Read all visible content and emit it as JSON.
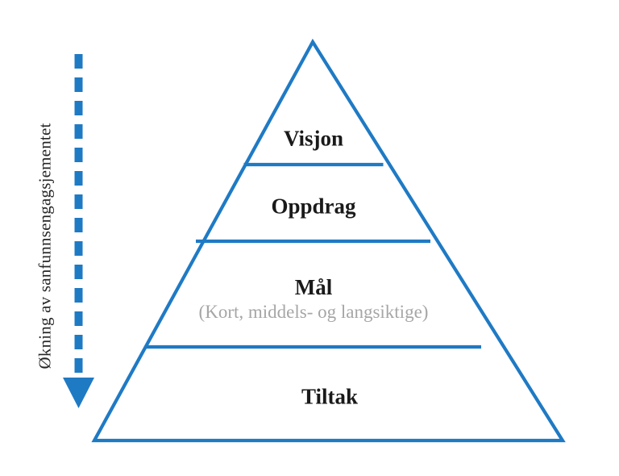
{
  "diagram": {
    "type": "pyramid",
    "title_text": "",
    "colors": {
      "outline_blue": "#1F7AC4",
      "arrow_blue": "#1F7AC4",
      "text_dark": "#1a1a1a",
      "text_gray": "#a6a6a6",
      "background": "#ffffff"
    },
    "axis": {
      "label": "Økning av sanfunnsengagsjementet",
      "direction": "downward",
      "line_style": "dashed"
    },
    "tiers": [
      {
        "id": "vision",
        "title": "Visjon",
        "subtitle": "",
        "level": 1
      },
      {
        "id": "mission",
        "title": "Oppdrag",
        "subtitle": "",
        "level": 2
      },
      {
        "id": "goals",
        "title": "Mål",
        "subtitle": "(Kort, middels- og langsiktige)",
        "level": 3
      },
      {
        "id": "actions",
        "title": "Tiltak",
        "subtitle": "",
        "level": 4
      }
    ]
  }
}
